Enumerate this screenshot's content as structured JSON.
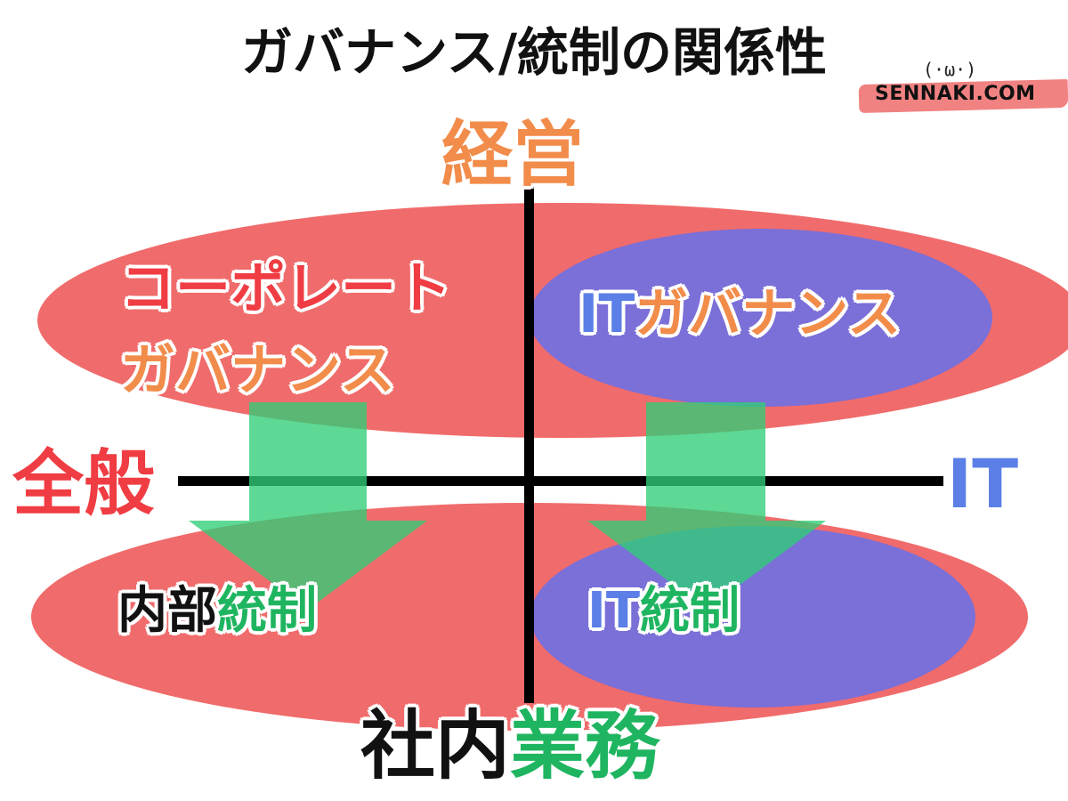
{
  "title": "ガバナンス/統制の関係性",
  "brand": {
    "face": "(·ω·)",
    "site": "SENNAKI.COM"
  },
  "axes": {
    "top": "経営",
    "left": "全般",
    "right": "IT",
    "bottom_a": "社内",
    "bottom_b": "業務"
  },
  "quadrants": {
    "corporate_governance": {
      "line1": "コーポレート",
      "line2": "ガバナンス"
    },
    "it_governance": {
      "prefix": "IT",
      "rest": "ガバナンス"
    },
    "internal_control": {
      "prefix": "内部",
      "rest": "統制"
    },
    "it_control": {
      "prefix": "IT",
      "rest": "統制"
    }
  },
  "colors": {
    "red_ellipse": "#f06b6b",
    "purple_ellipse": "#7b6fd8",
    "arrow": "#2fce77",
    "axis": "#000000",
    "orange": "#f28c4a",
    "red": "#ef3d43",
    "blue": "#5b7fe6",
    "green": "#1fb560"
  }
}
